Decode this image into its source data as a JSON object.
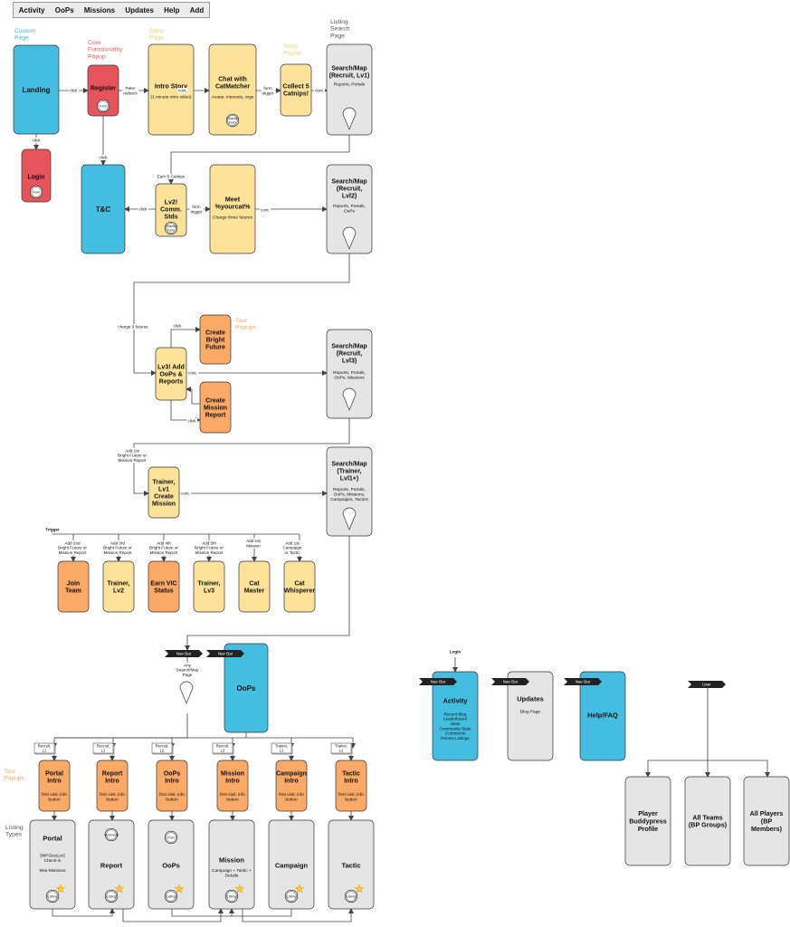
{
  "colors": {
    "blue": "#44bee0",
    "red": "#e8545c",
    "yellow": "#fde39a",
    "orange": "#fba966",
    "gray": "#e5e5e5",
    "line": "#444444",
    "dark": "#222222",
    "lblBlue": "#3ab8e0",
    "lblRed": "#e8545c",
    "lblYellow": "#f5cf6b",
    "lblOrange": "#f8a461",
    "lblGray": "#555555"
  },
  "nav": {
    "items": [
      "Activity",
      "OoPs",
      "Missions",
      "Updates",
      "Help",
      "Add"
    ]
  },
  "labels": [
    {
      "id": "custom",
      "text": "Custom\nPage",
      "color": "lblBlue"
    },
    {
      "id": "core",
      "text": "Core\nFunctionality\nPopup",
      "color": "lblRed"
    },
    {
      "id": "story",
      "text": "Story\nPage",
      "color": "lblYellow"
    },
    {
      "id": "storyPop",
      "text": "Story\nPopup",
      "color": "lblYellow"
    },
    {
      "id": "listing",
      "text": "Listing\nSearch\nPage",
      "color": "lblGray"
    },
    {
      "id": "tour",
      "text": "Tour\nPopups",
      "color": "lblOrange"
    },
    {
      "id": "tour2",
      "text": "Tour\nPopups",
      "color": "lblOrange"
    },
    {
      "id": "ltypes",
      "text": "Listing\nTypes",
      "color": "lblGray"
    }
  ],
  "boxes": [
    {
      "id": "landing",
      "title": "Landing",
      "fill": "blue"
    },
    {
      "id": "register",
      "title": "Register",
      "fill": "red"
    },
    {
      "id": "login",
      "title": "Login",
      "fill": "red"
    },
    {
      "id": "tc",
      "title": "T&C",
      "fill": "blue"
    },
    {
      "id": "intro",
      "title": "Intro Story",
      "sub": "(1 minute intro video)",
      "fill": "yellow"
    },
    {
      "id": "chat",
      "title": "Chat with\nCatMatcher",
      "sub": "Avatar, interests, orgs",
      "fill": "yellow"
    },
    {
      "id": "collect",
      "title": "Collect 5\nCatnips!",
      "fill": "yellow"
    },
    {
      "id": "s1",
      "title": "Search/Map\n(Recruit, Lv1)",
      "sub": "Reports, Portals",
      "fill": "gray"
    },
    {
      "id": "lv2",
      "title": "Lv2!\nComm.\nStds",
      "fill": "yellow"
    },
    {
      "id": "meet",
      "title": "Meet\n%yourcat%",
      "sub": "Charge three futures",
      "fill": "yellow"
    },
    {
      "id": "s2",
      "title": "Search/Map\n(Recruit,\nLvl2)",
      "sub": "Reports, Portals,\nOoPs",
      "fill": "gray"
    },
    {
      "id": "cbf",
      "title": "Create\nBright\nFuture",
      "fill": "orange"
    },
    {
      "id": "lv3",
      "title": "Lv3! Add\nOoPs &\nReports",
      "fill": "yellow"
    },
    {
      "id": "cmr",
      "title": "Create\nMission\nReport",
      "fill": "orange"
    },
    {
      "id": "s3",
      "title": "Search/Map\n(Recruit,\nLvl3)",
      "sub": "Reports, Portals,\nOoPs, Missions",
      "fill": "gray"
    },
    {
      "id": "trainer",
      "title": "Trainer,\nLv1\nCreate\nMission",
      "fill": "yellow"
    },
    {
      "id": "s4",
      "title": "Search/Map\n(Trainer,\nLvl1+)",
      "sub": "Reports, Portals,\nOoPs, Missions,\nCampaigns, Tactics",
      "fill": "gray"
    },
    {
      "id": "join",
      "title": "Join\nTeam",
      "fill": "orange"
    },
    {
      "id": "tr2",
      "title": "Trainer,\nLv2",
      "fill": "yellow"
    },
    {
      "id": "vic",
      "title": "Earn VIC\nStatus",
      "fill": "orange"
    },
    {
      "id": "tr3",
      "title": "Trainer,\nLv3",
      "fill": "yellow"
    },
    {
      "id": "catm",
      "title": "Cat\nMaster",
      "fill": "yellow"
    },
    {
      "id": "catw",
      "title": "Cat\nWhisperer",
      "fill": "yellow"
    },
    {
      "id": "oops",
      "title": "OoPs",
      "fill": "blue"
    },
    {
      "id": "pint",
      "title": "Portal\nIntro",
      "sub": "first visit; info\nbutton",
      "fill": "orange"
    },
    {
      "id": "rint",
      "title": "Report\nIntro",
      "sub": "first visit; info\nbutton",
      "fill": "orange"
    },
    {
      "id": "oint",
      "title": "OoPs\nIntro",
      "sub": "first visit; info\nbutton",
      "fill": "orange"
    },
    {
      "id": "mint",
      "title": "Mission\nIntro",
      "sub": "first visit; info\nbutton",
      "fill": "orange"
    },
    {
      "id": "cint",
      "title": "Campaign\nIntro",
      "sub": "first visit; info\nbutton",
      "fill": "orange"
    },
    {
      "id": "tint",
      "title": "Tactic\nIntro",
      "sub": "first visit; info\nbutton",
      "fill": "orange"
    },
    {
      "id": "lportal",
      "title": "Portal",
      "sub": "[WPGeoLoc]\nCheck-in\n\nMini-Missions",
      "fill": "gray"
    },
    {
      "id": "lreport",
      "title": "Report",
      "fill": "gray"
    },
    {
      "id": "loops",
      "title": "OoPs",
      "fill": "gray"
    },
    {
      "id": "lmission",
      "title": "Mission",
      "sub": "Campaign + Tactic +\nDetails",
      "fill": "gray"
    },
    {
      "id": "lcampaign",
      "title": "Campaign",
      "fill": "gray"
    },
    {
      "id": "ltactic",
      "title": "Tactic",
      "fill": "gray"
    },
    {
      "id": "activity",
      "title": "Activity",
      "sub": "Recent Blog\nLeaderboard\nStats\nCommunity Stats\nComments\nRecent Listings",
      "fill": "blue"
    },
    {
      "id": "updates",
      "title": "Updates",
      "sub": "Blog Page",
      "fill": "gray"
    },
    {
      "id": "help",
      "title": "Help/FAQ",
      "fill": "blue"
    },
    {
      "id": "pbp",
      "title": "Player\nBuddypress\nProfile",
      "fill": "gray"
    },
    {
      "id": "teams",
      "title": "All Teams\n(BP Groups)",
      "fill": "gray"
    },
    {
      "id": "players",
      "title": "All Players\n(BP\nMembers)",
      "fill": "gray"
    }
  ],
  "circles": [
    {
      "id": "c_reg",
      "text": "Form"
    },
    {
      "id": "c_login",
      "text": "Form"
    },
    {
      "id": "c_chat",
      "text": "Gravity\nForm"
    },
    {
      "id": "c_lv2",
      "text": "Gravity\nForm"
    },
    {
      "id": "c_portal",
      "text": "Listing"
    },
    {
      "id": "c_rc",
      "text": "Comment"
    },
    {
      "id": "c_report",
      "text": "Listing"
    },
    {
      "id": "c_op",
      "text": "Post"
    },
    {
      "id": "c_oops",
      "text": "Listing"
    },
    {
      "id": "c_mission",
      "text": "Listing"
    },
    {
      "id": "c_campaign",
      "text": "Listing"
    },
    {
      "id": "c_tactic",
      "text": "Listing"
    }
  ],
  "tags": [
    {
      "id": "t1",
      "text": "Recruit,\nL1"
    },
    {
      "id": "t2",
      "text": "Recruit,\nL1"
    },
    {
      "id": "t3",
      "text": "Recruit,\nL2"
    },
    {
      "id": "t4",
      "text": "Recruit,\nL3"
    },
    {
      "id": "t5",
      "text": "Trainer,\nL1"
    },
    {
      "id": "t6",
      "text": "Trainer,\nL1"
    }
  ],
  "flags": [
    {
      "id": "f1",
      "text": "Nav Bar"
    },
    {
      "id": "f2",
      "text": "Nav Bar"
    },
    {
      "id": "f3",
      "text": "Nav Bar"
    },
    {
      "id": "f4",
      "text": "Nav Bar"
    },
    {
      "id": "f5",
      "text": "Nav Bar"
    },
    {
      "id": "f6",
      "text": "User"
    }
  ],
  "edgeLabels": [
    {
      "id": "e1",
      "text": "click"
    },
    {
      "id": "e2",
      "text": "Peter\nredirect"
    },
    {
      "id": "e3",
      "text": "cont."
    },
    {
      "id": "e4",
      "text": "form\ntrigger"
    },
    {
      "id": "e5",
      "text": "cont."
    },
    {
      "id": "e6",
      "text": "click"
    },
    {
      "id": "e7",
      "text": "click"
    },
    {
      "id": "e8",
      "text": "Earn 5 Catnips"
    },
    {
      "id": "e9",
      "text": "click"
    },
    {
      "id": "e10",
      "text": "form\ntrigger"
    },
    {
      "id": "e11",
      "text": "cont."
    },
    {
      "id": "e12",
      "text": "charge 3 futures"
    },
    {
      "id": "e13",
      "text": "click"
    },
    {
      "id": "e14",
      "text": "cont."
    },
    {
      "id": "e15",
      "text": "click"
    },
    {
      "id": "e16",
      "text": "Add 1st\nBright Future or\nMission Report"
    },
    {
      "id": "e17",
      "text": "cont."
    },
    {
      "id": "e18",
      "text": "Trigger"
    },
    {
      "id": "e19",
      "text": "Add 2nd\nBright Future or\nMission Report"
    },
    {
      "id": "e20",
      "text": "Add 3rd\nBright Future or\nMission Report"
    },
    {
      "id": "e21",
      "text": "Add 4th\nBright Future or\nMission Report"
    },
    {
      "id": "e22",
      "text": "Add 5th\nBright Future or\nMission Report"
    },
    {
      "id": "e23",
      "text": "Add 1st\nMission"
    },
    {
      "id": "e24",
      "text": "Add 1st\nCampaign\nor Tactic"
    },
    {
      "id": "e25",
      "text": "Any\nSearch/Map\nPage"
    },
    {
      "id": "e26",
      "text": "Login"
    }
  ]
}
